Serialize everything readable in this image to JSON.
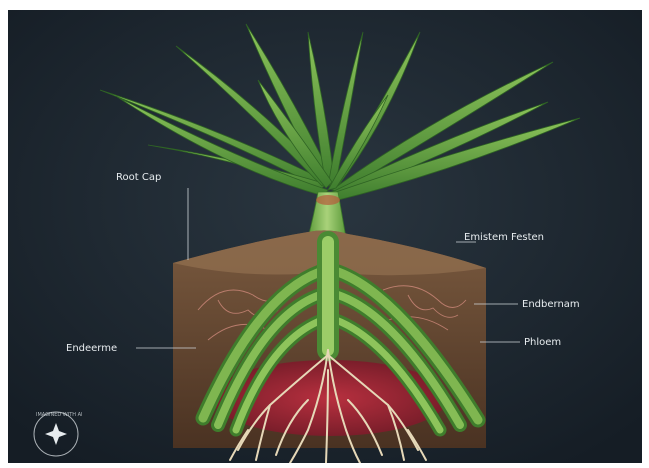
{
  "labels": {
    "root_cap": "Root Cap",
    "upper_right": "Emistem Festen",
    "endernam": "Endbernam",
    "phloem": "Phloem",
    "endodermis": "Endeerme"
  },
  "watermark": {
    "text": "IMAGINED WITH AI",
    "icon": "sparkle-icon"
  },
  "colors": {
    "background": "#1d2731",
    "leaf": "#5fa545",
    "root_green": "#78b04a",
    "soil": "#6a4a33",
    "root_tissue": "#9c2736",
    "label_text": "#e7ecef"
  }
}
